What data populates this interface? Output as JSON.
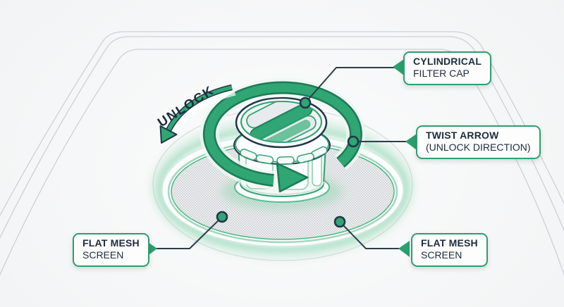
{
  "callouts": {
    "filter_cap": {
      "title": "CYLINDRICAL",
      "subtitle": "FILTER CAP"
    },
    "twist_arrow": {
      "title": "TWIST ARROW",
      "subtitle": "(UNLOCK DIRECTION)"
    },
    "mesh_screen_left": {
      "title": "FLAT MESH",
      "subtitle": "SCREEN"
    },
    "mesh_screen_right": {
      "title": "FLAT MESH",
      "subtitle": "SCREEN"
    }
  },
  "annotations": {
    "rotation_direction": "UNLOCK"
  },
  "colors": {
    "accent_green": "#2FA673",
    "accent_green_dark": "#1E7A55",
    "label_border_green": "#2E9E6E",
    "text_navy": "#1D2C3D",
    "outline_navy": "#22364A",
    "connector_slate": "#2E3D48",
    "mesh_gray": "#C2C7CA",
    "frame_line_gray": "#CDD1D5",
    "background": "#F2F3F4"
  },
  "icons": {
    "twist_arrow_ring": "circular-arrow-icon",
    "unlock_arrow": "curved-arrow-icon",
    "anchor_dot": "anchor-dot-icon",
    "label_pointer": "triangle-pointer-icon"
  }
}
